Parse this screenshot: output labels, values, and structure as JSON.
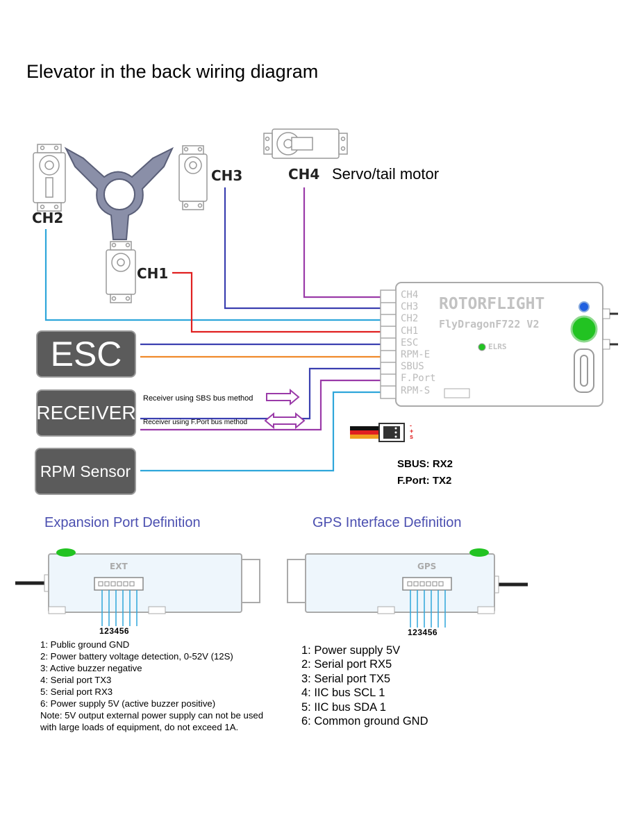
{
  "title": "Elevator in the back wiring diagram",
  "servo_labels": {
    "ch1": "CH1",
    "ch2": "CH2",
    "ch3": "CH3",
    "ch4": "CH4",
    "ch4_desc": "Servo/tail motor"
  },
  "controller": {
    "brand": "ROTORFLIGHT",
    "model": "FlyDragonF722 V2",
    "elrs": "ELRS",
    "pins": [
      "CH4",
      "CH3",
      "CH2",
      "CH1",
      "ESC",
      "RPM-E",
      "SBUS",
      "F.Port",
      "RPM-S"
    ]
  },
  "devices": {
    "esc": "ESC",
    "receiver": "RECEIVER",
    "rpm_sensor": "RPM Sensor"
  },
  "notes": {
    "sbus": "Receiver using SBS bus method",
    "fport": "Receiver using F.Port bus method"
  },
  "connector_signs": [
    "-",
    "+",
    "s"
  ],
  "uart": {
    "sbus": "SBUS: RX2",
    "fport": "F.Port: TX2"
  },
  "expansion": {
    "heading": "Expansion Port Definition",
    "port_label": "EXT",
    "pin_numbers": "123456",
    "items": [
      "1: Public ground GND",
      "2: Power battery voltage detection, 0-52V (12S)",
      "3: Active buzzer negative",
      "4: Serial port TX3",
      "5: Serial port RX3",
      "6: Power supply 5V (active buzzer positive)",
      "Note: 5V output external power supply can not be used",
      "with large loads of equipment, do not exceed 1A."
    ]
  },
  "gps": {
    "heading": "GPS Interface Definition",
    "port_label": "GPS",
    "pin_numbers": "123456",
    "items": [
      "1: Power supply 5V",
      "2: Serial port RX5",
      "3: Serial port TX5",
      "4: IIC bus SCL 1",
      "5: IIC bus SDA 1",
      "6: Common ground GND"
    ]
  },
  "colors": {
    "blue_wire": "#3a3fb0",
    "cyan_wire": "#2ea6da",
    "red_wire": "#e02020",
    "orange_wire": "#f08a2a",
    "purple_wire": "#9a3aa8",
    "led_green": "#22c322",
    "led_blue": "#2060e0",
    "swash": "#8a8fa8",
    "device_box": "#5b5b5b",
    "heading": "#4b4fb0"
  },
  "icons": [
    "servo-icon",
    "swashplate-icon",
    "arrow-right-icon",
    "arrow-both-icon",
    "servo-connector-icon",
    "led-icon",
    "usb-port-icon"
  ]
}
